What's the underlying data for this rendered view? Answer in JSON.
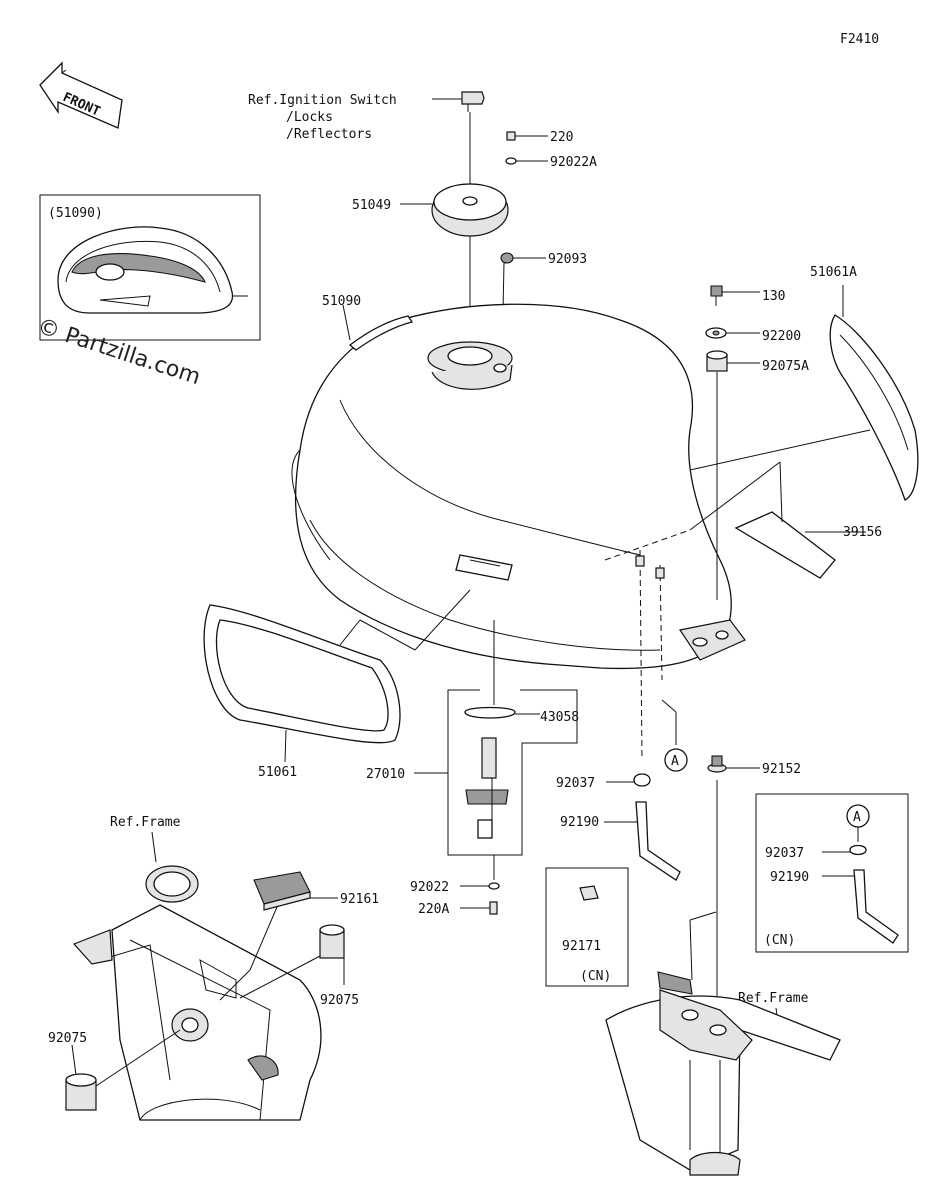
{
  "figure_code": "F2410",
  "watermark": "© Partzilla.com",
  "front_label": "FRONT",
  "callouts": {
    "ref_ignition": "Ref.Ignition Switch",
    "ref_locks": "/Locks",
    "ref_reflectors": "/Reflectors",
    "p220": "220",
    "p92022a": "92022A",
    "p51049": "51049",
    "p92093": "92093",
    "p51090_inset": "(51090)",
    "p51090": "51090",
    "p130": "130",
    "p51061a": "51061A",
    "p92200": "92200",
    "p92075a": "92075A",
    "p39156": "39156",
    "p43058": "43058",
    "p27010": "27010",
    "p51061": "51061",
    "p92037": "92037",
    "p92152": "92152",
    "p92190": "92190",
    "p92037b": "92037",
    "p92190b": "92190",
    "cn1": "(CN)",
    "p92022": "92022",
    "p220a": "220A",
    "p92171": "92171",
    "cn2": "(CN)",
    "ref_frame_left": "Ref.Frame",
    "p92161": "92161",
    "p92075_right": "92075",
    "p92075_left": "92075",
    "ref_frame_right": "Ref.Frame",
    "marker_a": "A",
    "marker_a2": "A"
  }
}
